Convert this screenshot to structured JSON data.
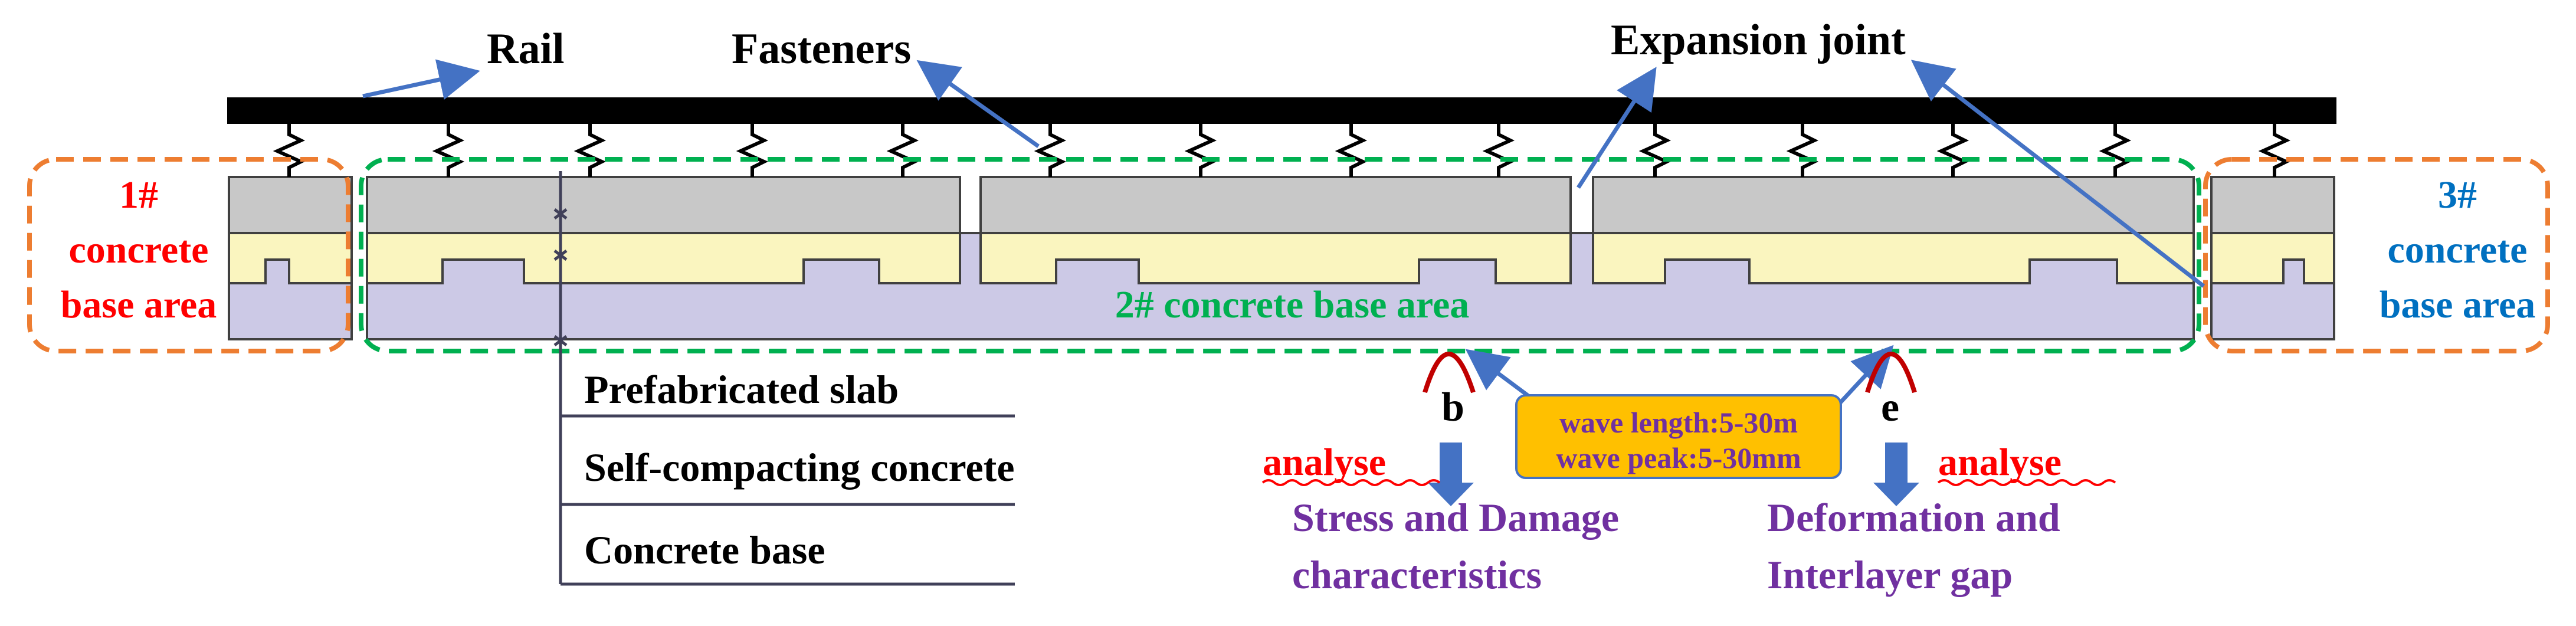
{
  "labels": {
    "rail": "Rail",
    "fasteners": "Fasteners",
    "expansion_joint": "Expansion joint",
    "area1_line1": "1#",
    "area1_line2": "concrete",
    "area1_line3": "base area",
    "area2": "2# concrete base area",
    "area3_line1": "3#",
    "area3_line2": "concrete",
    "area3_line3": "base area",
    "layer_slab": "Prefabricated slab",
    "layer_scc": "Self-compacting concrete",
    "layer_base": "Concrete base",
    "point_b": "b",
    "point_e": "e",
    "wave_length": "wave length:5-30m",
    "wave_peak": "wave peak:5-30mm",
    "analyse_left": "analyse",
    "analyse_right": "analyse",
    "result_left_1": "Stress and Damage",
    "result_left_2": "characteristics",
    "result_right_1": "Deformation and",
    "result_right_2": "Interlayer gap"
  },
  "colors": {
    "rail": "#000000",
    "slab": "#c8c8c8",
    "scc": "#faf5bf",
    "base": "#ccc9e6",
    "orange_box": "#ed7d31",
    "green_box": "#00b050",
    "blue_arrow": "#4472c4",
    "red_text": "#ff0000",
    "blue_text": "#0070c0",
    "green_text": "#00b050",
    "purple_text": "#7030a0",
    "callout_fill": "#ffc000",
    "wave_red": "#c00000"
  }
}
